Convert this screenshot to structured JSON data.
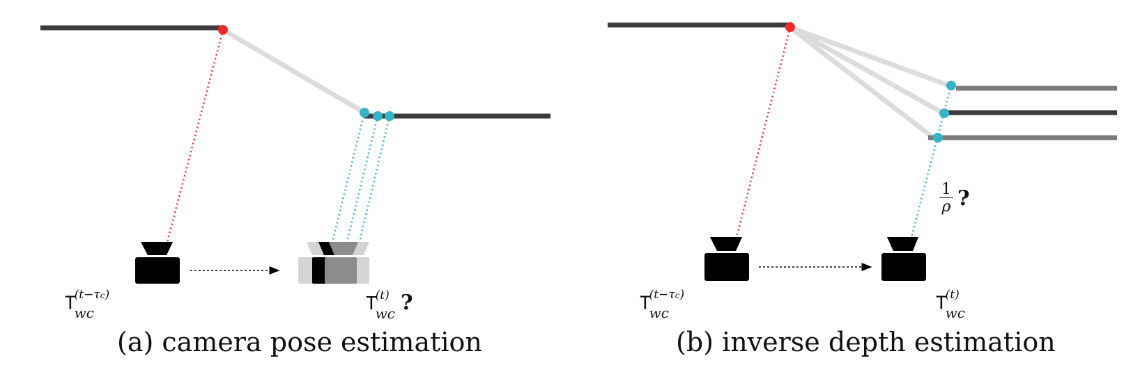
{
  "panels": [
    {
      "caption": "(a) camera pose estimation",
      "start_pose": {
        "symbol": "T",
        "sub": "wc",
        "sup": "(t−τ",
        "sup_sub": "c",
        "sup_close": ")"
      },
      "end_pose": {
        "symbol": "T",
        "sub": "wc",
        "sup": "(t)",
        "question": "?"
      }
    },
    {
      "caption": "(b) inverse depth estimation",
      "start_pose": {
        "symbol": "T",
        "sub": "wc",
        "sup": "(t−τ",
        "sup_sub": "c",
        "sup_close": ")"
      },
      "end_pose": {
        "symbol": "T",
        "sub": "wc",
        "sup": "(t)"
      },
      "depth_label": {
        "numerator": "1",
        "denominator": "ρ",
        "question": "?"
      }
    }
  ],
  "colors": {
    "line_dark": "#3c3c3c",
    "line_mid": "#7a7a7a",
    "line_light": "#dcdcdc",
    "red_point": "#ee2b2b",
    "cyan_point": "#35b3c9",
    "camera": "#000000",
    "camera_gray": "#8c8c8c",
    "camera_light": "#d4d4d4"
  }
}
